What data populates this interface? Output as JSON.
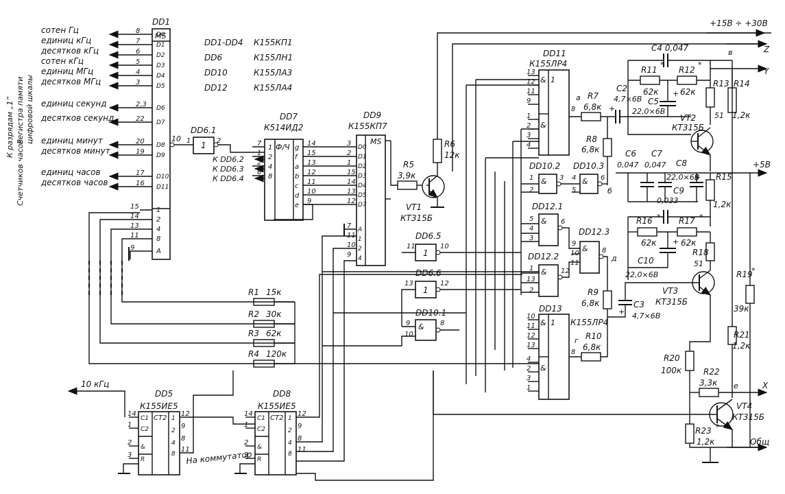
{
  "dd1": {
    "name": "DD1",
    "ms": "MS",
    "outputs": [
      {
        "text": "сотен Гц",
        "pin": "8",
        "d": "D0"
      },
      {
        "text": "единиц кГц",
        "pin": "7",
        "d": "D1"
      },
      {
        "text": "десятков кГц",
        "pin": "6",
        "d": "D2"
      },
      {
        "text": "сотен кГц",
        "pin": "5",
        "d": "D3"
      },
      {
        "text": "единиц МГц",
        "pin": "4",
        "d": "D4"
      },
      {
        "text": "десятков МГц",
        "pin": "3",
        "d": "D5"
      },
      {
        "text": "единиц секунд",
        "pin": "2,3",
        "d": "D6"
      },
      {
        "text": "десятков секунд",
        "pin": "22",
        "d": "D7"
      },
      {
        "text": "единиц минут",
        "pin": "20",
        "d": "D8"
      },
      {
        "text": "десятков минут",
        "pin": "19",
        "d": "D9"
      },
      {
        "text": "единиц часов",
        "pin": "17",
        "d": "D10"
      },
      {
        "text": "десятков часов",
        "pin": "16",
        "d": "D11"
      }
    ],
    "inputs": [
      {
        "pin": "15",
        "n": "1"
      },
      {
        "pin": "14",
        "n": "2"
      },
      {
        "pin": "13",
        "n": "4"
      },
      {
        "pin": "11",
        "n": "8"
      },
      {
        "pin": "9",
        "n": "A"
      }
    ],
    "out_pin": "10"
  },
  "side_label": {
    "line1": "К разрядам „1”",
    "line2": "Регистра памяти",
    "line3": "цифровой шкалы",
    "line4": "Счетчиков часов"
  },
  "legend": [
    {
      "ref": "DD1-DD4",
      "part": "К155КП1"
    },
    {
      "ref": "DD6",
      "part": "К155ЛН1"
    },
    {
      "ref": "DD10",
      "part": "К155ЛА3"
    },
    {
      "ref": "DD12",
      "part": "К155ЛА4"
    }
  ],
  "dd6_1": {
    "name": "DD6.1",
    "pin_in": "1",
    "pin_out": "2",
    "sym": "1"
  },
  "dd7": {
    "name": "DD7",
    "part": "К514ИД2",
    "sym": "Ф/Ч",
    "in_pins": [
      "7",
      "1",
      "2",
      "6"
    ],
    "in_labels": [
      "1",
      "2",
      "4",
      "8"
    ],
    "out_pins": [
      "14",
      "15",
      "13",
      "12",
      "11",
      "10",
      "9"
    ],
    "out_labels": [
      "g",
      "f",
      "a",
      "b",
      "c",
      "d",
      "e"
    ],
    "arrows": [
      "К DD6.2",
      "К DD6.3",
      "К DD6.4"
    ]
  },
  "dd9": {
    "name": "DD9",
    "part": "К155КП7",
    "ms": "MS",
    "in_pins": [
      "3",
      "2",
      "1",
      "15",
      "14",
      "13",
      "12"
    ],
    "in_labels": [
      "D0",
      "D1",
      "D2",
      "D3",
      "D4",
      "D5",
      "D7"
    ],
    "addr_pins": [
      "7",
      "11",
      "10",
      "9"
    ],
    "addr_labels": [
      "A",
      "1",
      "2",
      "4"
    ]
  },
  "vt1": {
    "name": "VT1",
    "part": "КТ315Б",
    "r5": "R5",
    "r5v": "3,9к",
    "r6": "R6",
    "r6v": "12к"
  },
  "dd11": {
    "name": "DD11",
    "part": "К155ЛР4",
    "in_pins": [
      "13",
      "12",
      "11",
      "9",
      "1",
      "2",
      "3",
      "4"
    ],
    "out_pin": "8"
  },
  "dd10_2": {
    "name": "DD10.2",
    "pins": [
      "1",
      "2",
      "3"
    ]
  },
  "dd10_3": {
    "name": "DD10.3",
    "pins": [
      "4",
      "5",
      "6"
    ],
    "node": "б"
  },
  "dd12_1": {
    "name": "DD12.1",
    "pins": [
      "5",
      "4",
      "3",
      "6"
    ]
  },
  "dd12_2": {
    "name": "DD12.2",
    "pins": [
      "1",
      "13",
      "2",
      "12"
    ]
  },
  "dd12_3": {
    "name": "DD12.3",
    "pins": [
      "9",
      "10",
      "11",
      "8"
    ],
    "node": "д"
  },
  "dd6_5": {
    "name": "DD6.5",
    "pins": [
      "11",
      "10"
    ]
  },
  "dd6_6": {
    "name": "DD6.6",
    "pins": [
      "13",
      "12"
    ]
  },
  "dd10_1": {
    "name": "DD10.1",
    "pins": [
      "9",
      "10",
      "8"
    ]
  },
  "dd13": {
    "name": "DD13",
    "part": "К155ЛР4",
    "in_pins": [
      "10",
      "11",
      "12",
      "13",
      "4",
      "2",
      "3",
      "1"
    ],
    "out_pin": "8",
    "node": "г"
  },
  "dd5": {
    "name": "DD5",
    "part": "К155ИЕ5",
    "ct": "СТ2",
    "left_pins": [
      "14",
      "1",
      "2",
      "3"
    ],
    "left_labels": [
      "C1",
      "C2",
      "&",
      "R"
    ],
    "right_pins": [
      "12",
      "9",
      "8",
      "11"
    ],
    "right_labels": [
      "1",
      "2",
      "4",
      "8"
    ]
  },
  "dd8": {
    "name": "DD8",
    "part": "К155ИЕ5",
    "ct": "СТ2",
    "left_pins": [
      "14",
      "1",
      "2",
      "3"
    ],
    "left_labels": [
      "C1",
      "C2",
      "&",
      "R"
    ],
    "right_pins": [
      "12",
      "9",
      "8",
      "11"
    ],
    "right_labels": [
      "1",
      "2",
      "4",
      "8"
    ]
  },
  "freq_out": "10 кГц",
  "to_switch": "На коммутатор",
  "resistors": [
    {
      "name": "R1",
      "value": "15к"
    },
    {
      "name": "R2",
      "value": "30к"
    },
    {
      "name": "R3",
      "value": "62к"
    },
    {
      "name": "R4",
      "value": "120к"
    }
  ],
  "right": {
    "supply1": "+15В ÷ +30В",
    "supply2": "+5В",
    "ground": "Общ",
    "z": "Z",
    "y": "Y",
    "x": "X",
    "nodes": {
      "a": "а",
      "v": "в",
      "e": "е"
    },
    "c4": "C4 0,047",
    "r11": "R11",
    "r11v": "62к",
    "r12": "R12",
    "r12v": "62к",
    "r13": "R13",
    "r13v": "51",
    "r14": "R14",
    "r14v": "1,2к",
    "r7": "R7",
    "r7v": "6,8к",
    "c2": "C2",
    "c2v": "4,7×6В",
    "c5": "C5",
    "c5v": "22,0×6В",
    "vt2": "VT2",
    "vt2p": "КТ315Б",
    "r8": "R8",
    "r8v": "6,8к",
    "c6": "C6",
    "c6v": "0,047",
    "c7": "C7",
    "c7v": "0,047",
    "c8": "C8",
    "c8v": "22,0×6В",
    "c9": "C9",
    "c9v": "0,033",
    "r15": "R15",
    "r15v": "1,2к",
    "r16": "R16",
    "r16v": "62к",
    "r17": "R17",
    "r17v": "62к",
    "r18": "R18",
    "r18v": "51",
    "c10": "C10",
    "c10v": "22,0×6В",
    "vt3": "VT3",
    "vt3p": "КТ315Б",
    "r9": "R9",
    "r9v": "6,8к",
    "c3": "C3",
    "c3v": "4,7×6В",
    "r10": "R10",
    "r10v": "6,8к",
    "r19": "R19",
    "r19v": "39к",
    "r20": "R20",
    "r20v": "100к",
    "r21": "R21",
    "r21v": "1,2к",
    "r22": "R22",
    "r22v": "3,3к",
    "vt4": "VT4",
    "vt4p": "КТ315Б",
    "r23": "R23",
    "r23v": "1,2к",
    "star": "*"
  }
}
